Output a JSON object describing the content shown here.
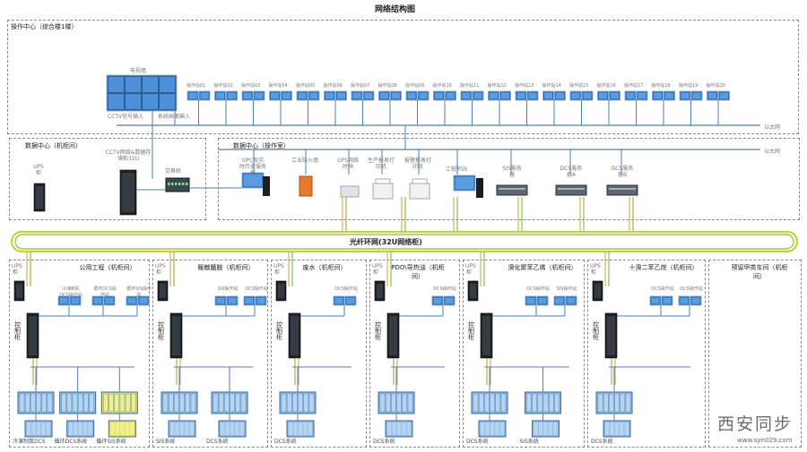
{
  "page_title": "网络结构图",
  "ops_center": {
    "label": "操作中心（综合楼1楼）",
    "video_wall_label": "电视墙",
    "cctv_input": "CCTV信号输入",
    "system_input": "系统画面输入",
    "ethernet": "以太网",
    "stations": [
      "操作站01",
      "操作站02",
      "操作站03",
      "操作站04",
      "操作站05",
      "操作站06",
      "操作站07",
      "操作站08",
      "操作站09",
      "操作站10",
      "操作站11",
      "操作站12",
      "操作站13",
      "操作站14",
      "操作站15",
      "操作站16",
      "操作站17",
      "操作站18",
      "操作站19",
      "操作站20"
    ]
  },
  "dc_cabinet": {
    "label": "数据中心（机柜间）",
    "ups": "UPS柜",
    "cctv_storage": "CCTV网络&数据存储柜32U",
    "switch": "交换机"
  },
  "dc_ops": {
    "label": "数据中心（操作室）",
    "ethernet": "以太网",
    "devices": [
      "OPC及实时历史服务器",
      "工业防火墙",
      "GPS网络时钟",
      "生产报表打印机",
      "报警报表打印机",
      "工程师站",
      "SIS服务器",
      "DCS服务器A",
      "DCS服务器B"
    ]
  },
  "ring_label": "光纤环网(32U网络柜)",
  "units": [
    {
      "title": "公用工程（机柜间）",
      "ups": "UPS柜",
      "ctrl": "控制柜",
      "ws": [
        "冷凍制氮DCS操作站",
        "循环DCS操作站",
        "循环SIS操作站"
      ],
      "bottom": [
        "冷凍制氮DCS",
        "循环DCS系统",
        "循环SIS系统"
      ]
    },
    {
      "title": "暖敵醬胺（机柜间）",
      "ups": "UPS柜",
      "ctrl": "控制柜",
      "ws": [
        "SIS操作站",
        "DCS操作站"
      ],
      "bottom": [
        "SIS系统",
        "DCS系统"
      ]
    },
    {
      "title": "废水（机柜间）",
      "ups": "UPS柜",
      "ctrl": "控制柜",
      "ws": [
        "DCS操作站"
      ],
      "bottom": [
        "DCS系统"
      ]
    },
    {
      "title": "PDO\\导热油（机柜间）",
      "ups": "UPS柜",
      "ctrl": "控制柜",
      "ws": [
        "DCS操作站"
      ],
      "bottom": [
        "DCS系统"
      ]
    },
    {
      "title": "溴化聚苯乙烯（机柜间）",
      "ups": "UPS柜",
      "ctrl": "控制柜",
      "ws": [
        "DCS操作站",
        "SIS操作站"
      ],
      "bottom": [
        "DCS系统",
        "SIS系统"
      ]
    },
    {
      "title": "十溴二苯乙烷（机柜间）",
      "ups": "UPS柜",
      "ctrl": "控制柜",
      "ws": [
        "DCS操作站",
        "DCS操作站"
      ],
      "bottom": [
        "DCS系统"
      ]
    },
    {
      "title": "预留甲类车间（机柜间）"
    }
  ],
  "watermark": {
    "logo": "西安同步",
    "url": "www.syn029.com"
  }
}
